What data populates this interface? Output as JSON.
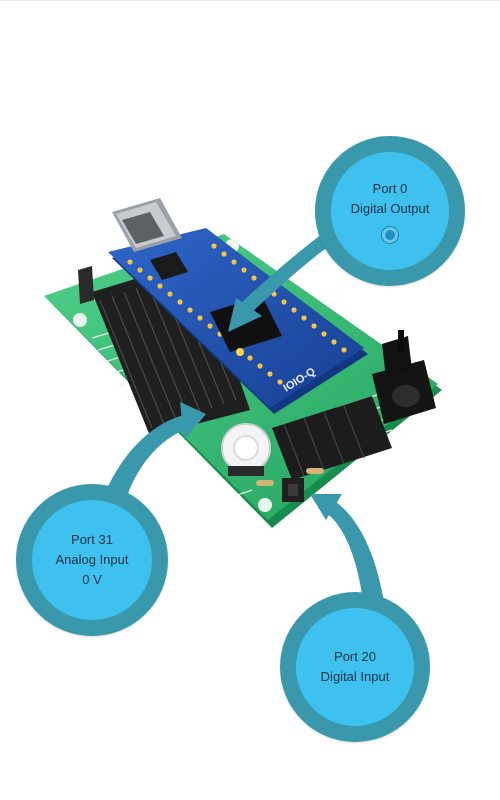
{
  "ports": [
    {
      "lines": [
        "Port 0",
        "Digital Output"
      ],
      "indicator": "status-led-icon"
    },
    {
      "lines": [
        "Port 31",
        "Analog Input",
        "0 V"
      ]
    },
    {
      "lines": [
        "Port 20",
        "Digital Input"
      ]
    }
  ],
  "board": {
    "module_label": "IOIO-Q",
    "colors": {
      "pcb": "#2fb66d",
      "module": "#1f4fae",
      "bubble_outer": "#3a98ad",
      "bubble_inner": "#3ec1ef"
    }
  }
}
